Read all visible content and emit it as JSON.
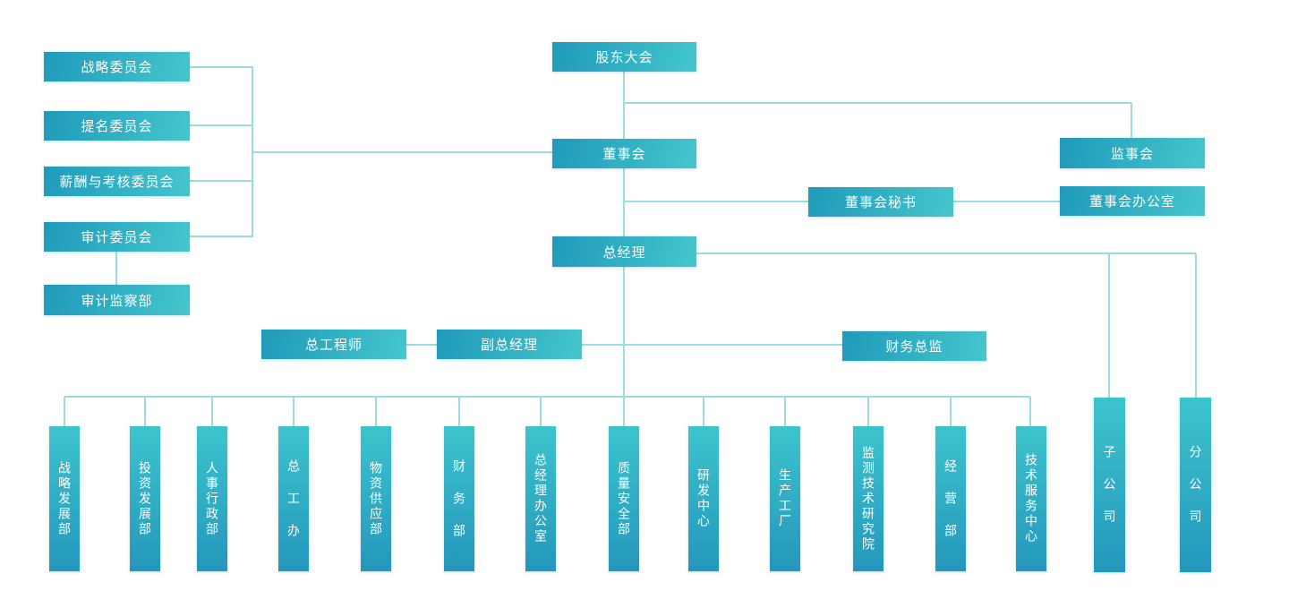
{
  "colors": {
    "node-dark": "#1f9aba",
    "node-light": "#45c6cd",
    "col-top": "#3dc4cd",
    "col-bottom": "#2497bc",
    "line": "#99dde2",
    "text": "#ffffff",
    "bg": "#ffffff"
  },
  "nodes": {
    "shareholders": {
      "label": "股东大会"
    },
    "strategy_cmte": {
      "label": "战略委员会"
    },
    "nomination_cmte": {
      "label": "提名委员会"
    },
    "remuneration_cmte": {
      "label": "薪酬与考核委员会"
    },
    "audit_cmte": {
      "label": "审计委员会"
    },
    "audit_dept": {
      "label": "审计监察部"
    },
    "board": {
      "label": "董事会"
    },
    "supervisory_board": {
      "label": "监事会"
    },
    "board_secretary": {
      "label": "董事会秘书"
    },
    "board_office": {
      "label": "董事会办公室"
    },
    "general_manager": {
      "label": "总经理"
    },
    "chief_engineer": {
      "label": "总工程师"
    },
    "deputy_gm": {
      "label": "副总经理"
    },
    "cfo": {
      "label": "财务总监"
    }
  },
  "departments": [
    {
      "label": "战略发展部"
    },
    {
      "label": "投资发展部"
    },
    {
      "label": "人事行政部"
    },
    {
      "label": "总 工 办"
    },
    {
      "label": "物资供应部"
    },
    {
      "label": "财 务 部"
    },
    {
      "label": "总经理办公室"
    },
    {
      "label": "质量安全部"
    },
    {
      "label": "研发中心"
    },
    {
      "label": "生产工厂"
    },
    {
      "label": "监测技术研究院"
    },
    {
      "label": "经 营 部"
    },
    {
      "label": "技术服务中心"
    }
  ],
  "companies": [
    {
      "label": "子 公 司"
    },
    {
      "label": "分 公 司"
    }
  ]
}
